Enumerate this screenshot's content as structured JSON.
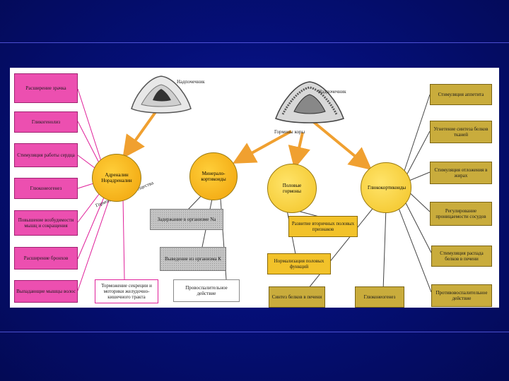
{
  "colors": {
    "background": "#04106a",
    "pink": "#ec4fb0",
    "olive": "#c9ac3c",
    "gold_circle": "#f2c22a",
    "orange_circle": "#f5a80e",
    "arrow": "#f0a030"
  },
  "glands": {
    "medulla_label": "Надпочечник",
    "cortex_label": "Надпочечник",
    "center_label": "Гормоны коры"
  },
  "circles": {
    "adrenaline": "Адреналин Норадреналин",
    "mineralo": "Минерало-кортикоиды",
    "sex": "Половые гормоны",
    "gluco": "Глюкокортикоиды"
  },
  "arc_label": "Гормоны мозгового вещества",
  "left_boxes": [
    "Расширение зрачка",
    "Гликогенолиз",
    "Стимуляция работы сердца",
    "Глюконеогенез",
    "Повышение возбудимости мышц и сокращения",
    "Расширение бронхов",
    "Выпадающие мышцы волос"
  ],
  "bottom_pink": "Торможение секреции и моторики желудочно-кишечного тракта",
  "mineralo_boxes": [
    "Задержание в организме Na",
    "Выведение из организма К",
    "Провоспалительное действие"
  ],
  "sex_boxes": [
    "Развитие вторичных половых признаков",
    "Нормализация половых функций"
  ],
  "bottom_olive": [
    "Синтез белков в печени",
    "Глюконеогенез"
  ],
  "right_boxes": [
    "Стимуляция аппетита",
    "Угнетение синтеза белков тканей",
    "Стимуляция отложения в жирах",
    "Регулирование проницаемости сосудов",
    "Стимуляция распада белков в печени",
    "Противовоспалительное действие"
  ]
}
